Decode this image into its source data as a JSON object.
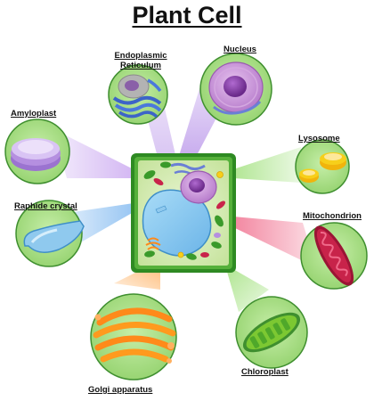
{
  "title": "Plant Cell",
  "labels": {
    "er_line1": "Endoplasmic",
    "er_line2": "Reticulum",
    "nucleus": "Nucleus",
    "amyloplast": "Amyloplast",
    "lysosome": "Lysosome",
    "raphide_crystal": "Raphide crystal",
    "mitochondrion": "Mitochondrion",
    "golgi_apparatus": "Golgi apparatus",
    "chloroplast": "Chloroplast"
  },
  "colors": {
    "cell_wall": "#3a9a2a",
    "cytoplasm": "#d6ecb6",
    "vacuole": "#8fc9ee",
    "nucleus": "#c68fd4",
    "nucleolus": "#8a3fa0",
    "circle_bg": "#a6dd88",
    "circle_edge": "#3f8f2f",
    "golgi": "#ff9a1e",
    "mitochondrion": "#c8234a",
    "chloroplast": "#7cc832",
    "lysosome": "#f7cf1a",
    "amyloplast": "#b58fe0"
  }
}
